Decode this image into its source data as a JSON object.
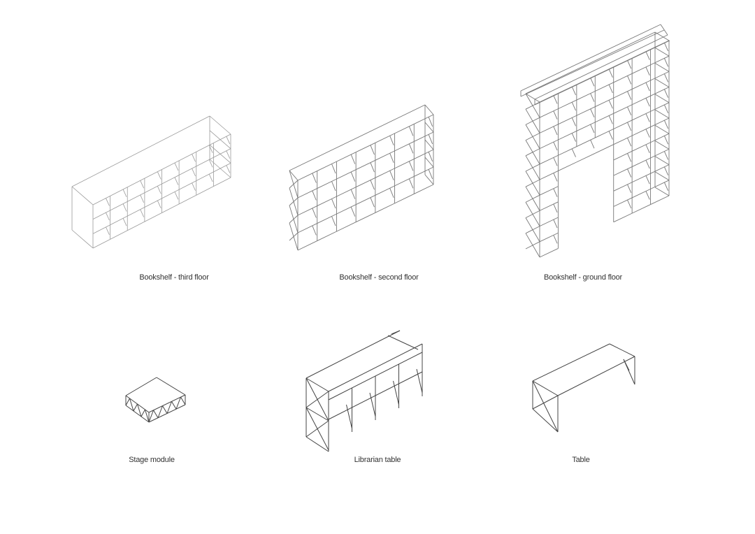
{
  "labels": {
    "bookshelf_third": "Bookshelf - third floor",
    "bookshelf_second": "Bookshelf - second floor",
    "bookshelf_ground": "Bookshelf - ground floor",
    "stage_module": "Stage module",
    "librarian_table": "Librarian table",
    "table": "Table"
  },
  "colors": {
    "line": "#555555",
    "light_line": "#9a9a9a",
    "text": "#333333"
  }
}
